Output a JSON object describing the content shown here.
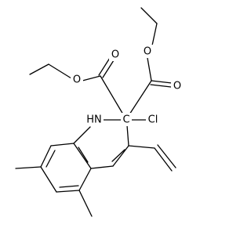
{
  "molecule": {
    "atoms": {
      "nh": "HN",
      "c_star": "C",
      "cl": "Cl",
      "o_ester1_carbonyl": "O",
      "o_ester1_ether": "O",
      "o_ester2_carbonyl": "O",
      "o_ester2_ether": "O"
    }
  },
  "colors": {
    "ink": "#000000",
    "background": "#ffffff"
  }
}
